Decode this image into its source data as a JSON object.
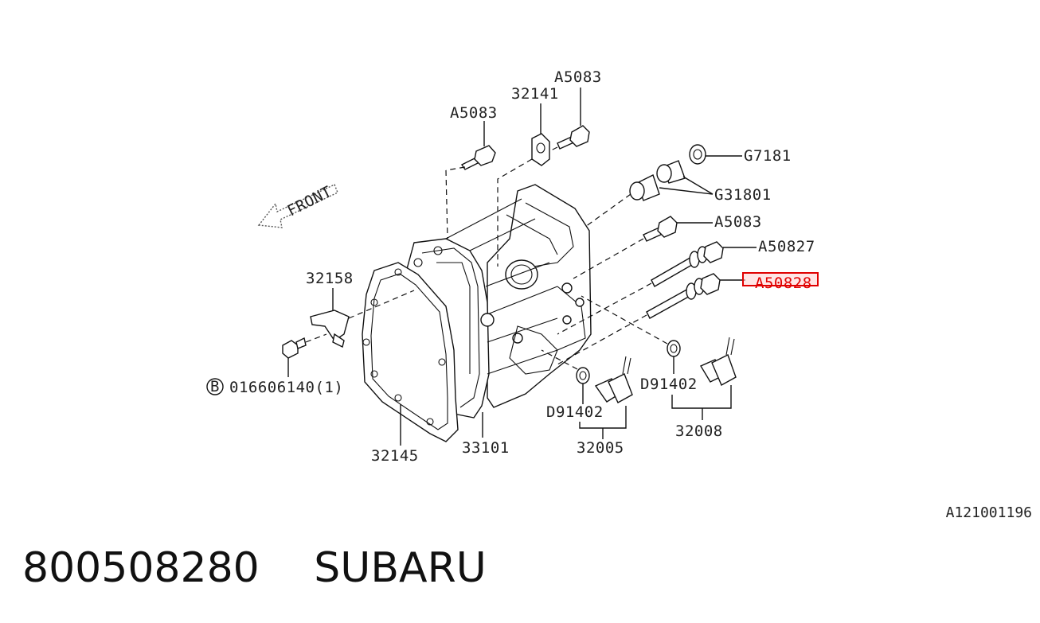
{
  "labels": {
    "a5083_top_left": "A5083",
    "a5083_top_right": "A5083",
    "p32141": "32141",
    "g7181": "G7181",
    "g31801": "G31801",
    "a5083_mid": "A5083",
    "a50827": "A50827",
    "a50828": "A50828",
    "front": "FRONT",
    "p32158": "32158",
    "bolt_b": "B",
    "bolt_b_code": "016606140(1)",
    "p32145": "32145",
    "p33101": "33101",
    "d91402_left": "D91402",
    "p32005": "32005",
    "d91402_right": "D91402",
    "p32008": "32008"
  },
  "highlighted_part": "A50828",
  "highlight_color": "#e00000",
  "diagram_code": "A121001196",
  "footer": {
    "part_number": "800508280",
    "brand": "SUBARU"
  }
}
